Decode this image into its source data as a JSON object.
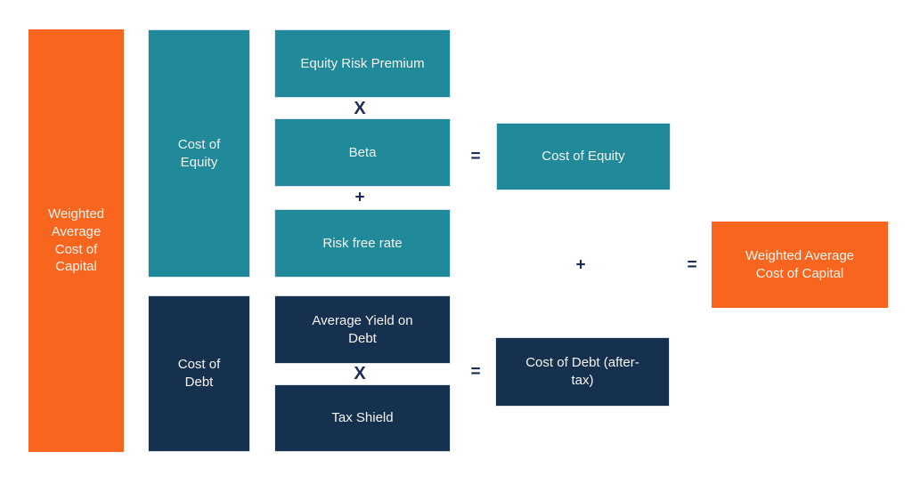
{
  "diagram": {
    "name": "Weighted Average Cost of Capital (WACC) breakdown",
    "colors": {
      "background": "#ffffff",
      "orange": "#F7651E",
      "teal": "#20899A",
      "navy": "#16304F",
      "operator": "#1E2B58",
      "box_text": "#F6F4F0",
      "box_border": "#DCE3EB"
    },
    "nodes": {
      "wacc_summary": {
        "label": "Weighted Average Cost of Capital"
      },
      "cost_of_equity_group": {
        "label": "Cost of Equity"
      },
      "cost_of_debt_group": {
        "label": "Cost of Debt"
      },
      "equity_risk_premium": {
        "label": "Equity Risk Premium"
      },
      "beta": {
        "label": "Beta"
      },
      "risk_free_rate": {
        "label": "Risk free rate"
      },
      "average_yield_on_debt": {
        "label": "Average Yield on Debt"
      },
      "tax_shield": {
        "label": "Tax Shield"
      },
      "cost_of_equity_result": {
        "label": "Cost of Equity"
      },
      "cost_of_debt_result": {
        "label": "Cost of Debt (after-tax)"
      },
      "wacc_result": {
        "label": "Weighted Average Cost of Capital"
      }
    },
    "operators": {
      "multiply_equity": "X",
      "add_equity": "+",
      "equals_equity": "=",
      "multiply_debt": "X",
      "equals_debt": "=",
      "add_final": "+",
      "equals_final": "="
    }
  }
}
